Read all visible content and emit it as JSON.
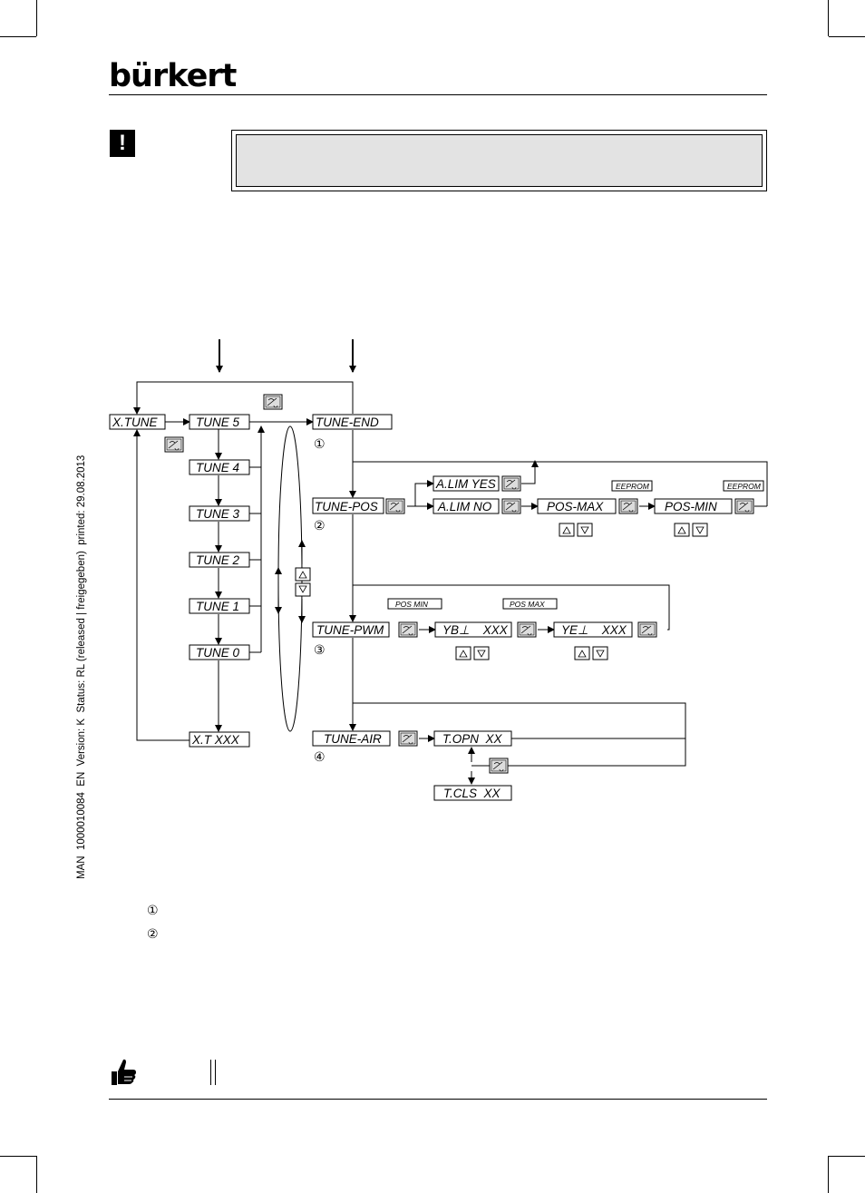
{
  "header": {
    "logo_text": "bürkert"
  },
  "side_text": "MAN  1000010084  EN  Version: K  Status: RL (released | freigegeben)  printed: 29.08.2013",
  "diagram": {
    "boxes": {
      "xtune": "X.TUNE",
      "tune5": "TUNE 5",
      "tune4": "TUNE 4",
      "tune3": "TUNE 3",
      "tune2": "TUNE 2",
      "tune1": "TUNE 1",
      "tune0": "TUNE 0",
      "xtxxx": "X.T  XXX",
      "tuneend": "TUNE-END",
      "tunepos": "TUNE-POS",
      "alimyes": "A.LIM YES",
      "alimno": "A.LIM NO",
      "posmax": "POS-MAX",
      "posmin": "POS-MIN",
      "tunepwm": "TUNE-PWM",
      "yb": "YB⊥    XXX",
      "ye": "YE⊥    XXX",
      "tuneair": "TUNE-AIR",
      "topn": "T.OPN  XX",
      "tcls": "T.CLS  XX"
    },
    "small_labels": {
      "eeprom1": "EEPROM",
      "eeprom2": "EEPROM",
      "posmin_lbl": "POS MIN",
      "posmax_lbl": "POS MAX"
    },
    "markers": {
      "m1": "①",
      "m2": "②",
      "m3": "③",
      "m4": "④"
    }
  },
  "legend": {
    "item1": "①",
    "item2": "②"
  }
}
